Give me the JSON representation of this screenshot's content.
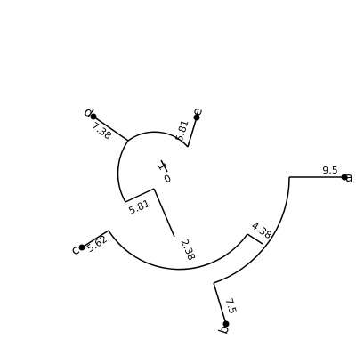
{
  "tree": {
    "tips": [
      "a",
      "b",
      "c",
      "d",
      "e"
    ],
    "branch_labels": {
      "root_stub": "1",
      "root_zero": "0",
      "e": "5.81",
      "d": "7.38",
      "c": "5.62",
      "a": "9.5",
      "b": "7.5",
      "cde": "5.81",
      "ab": "4.38",
      "abcde": "2.38"
    }
  }
}
